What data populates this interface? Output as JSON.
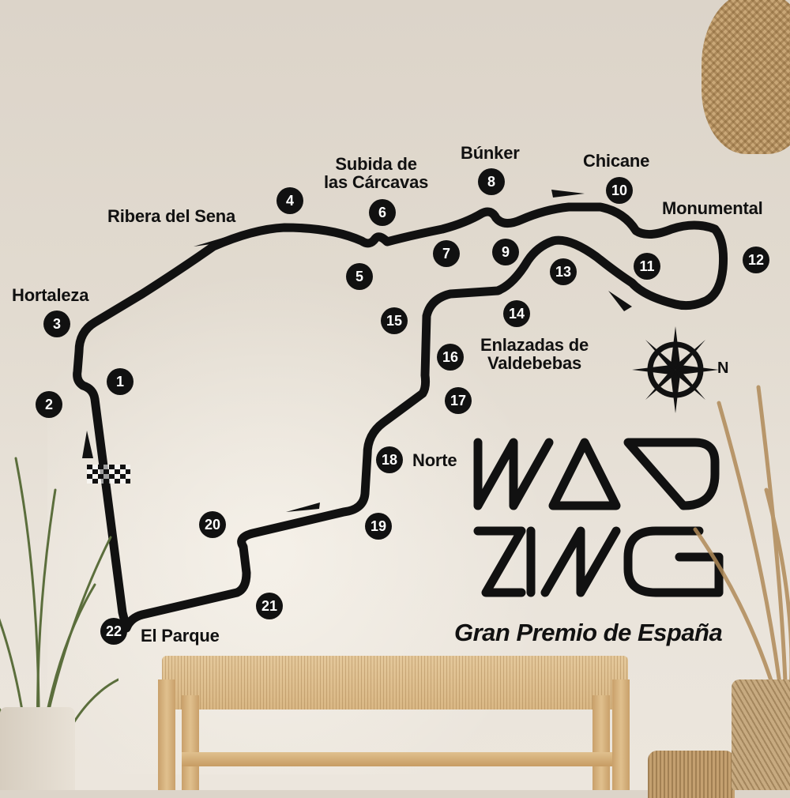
{
  "scene": {
    "description": "Wall decal of a racing circuit map above a woven bench",
    "wall_color": "#e2dbd0",
    "decal_color": "#111111"
  },
  "circuit": {
    "logo_line1": "MAD",
    "logo_line2": "RING",
    "subtitle": "Gran Premio de España",
    "compass_label": "N",
    "corners": [
      {
        "number": "1"
      },
      {
        "number": "2"
      },
      {
        "number": "3",
        "name": "Hortaleza"
      },
      {
        "number": "4",
        "name": "Ribera del Sena"
      },
      {
        "number": "5"
      },
      {
        "number": "6",
        "name": "Subida de las Cárcavas"
      },
      {
        "number": "7"
      },
      {
        "number": "8",
        "name": "Búnker"
      },
      {
        "number": "9"
      },
      {
        "number": "10",
        "name": "Chicane"
      },
      {
        "number": "11"
      },
      {
        "number": "12",
        "name": "Monumental"
      },
      {
        "number": "13"
      },
      {
        "number": "14",
        "name": "Enlazadas de Valdebebas"
      },
      {
        "number": "15"
      },
      {
        "number": "16"
      },
      {
        "number": "17"
      },
      {
        "number": "18",
        "name": "Norte"
      },
      {
        "number": "19"
      },
      {
        "number": "20"
      },
      {
        "number": "21"
      },
      {
        "number": "22",
        "name": "El Parque"
      }
    ],
    "labels": {
      "hortaleza": "Hortaleza",
      "ribera": "Ribera del Sena",
      "subida_line1": "Subida de",
      "subida_line2": "las Cárcavas",
      "bunker": "Búnker",
      "chicane": "Chicane",
      "monumental": "Monumental",
      "enlazadas_line1": "Enlazadas de",
      "enlazadas_line2": "Valdebebas",
      "norte": "Norte",
      "el_parque": "El Parque"
    }
  }
}
